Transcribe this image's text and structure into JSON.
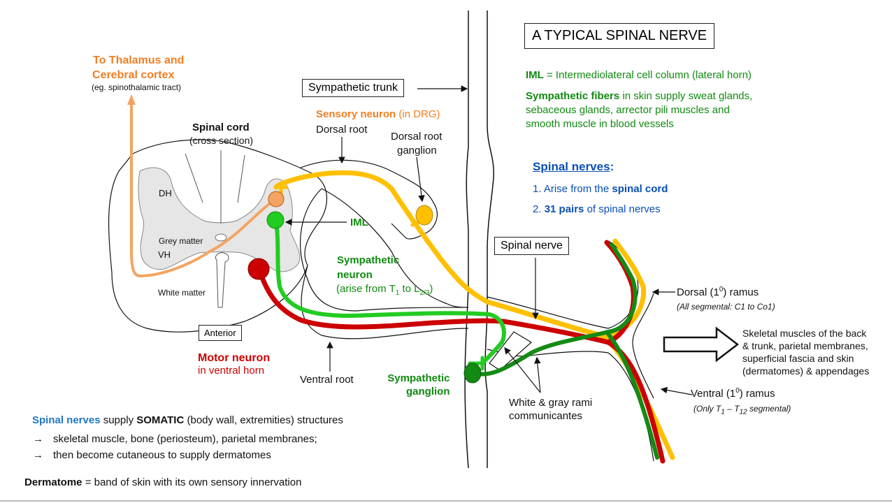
{
  "title": "A TYPICAL SPINAL NERVE",
  "labels": {
    "to_thalamus_1": "To Thalamus and",
    "to_thalamus_2": "Cerebral cortex",
    "to_thalamus_eg": "(eg. spinothalamic tract)",
    "spinal_cord": "Spinal cord",
    "cross_section": "(cross section)",
    "dh": "DH",
    "grey_matter": "Grey matter",
    "vh": "VH",
    "white_matter": "White matter",
    "anterior": "Anterior",
    "motor_neuron": "Motor neuron",
    "in_ventral_horn": "in ventral horn",
    "ventral_root": "Ventral root",
    "sympathetic_trunk": "Sympathetic trunk",
    "sensory_neuron": "Sensory neuron",
    "in_drg": "(in DRG)",
    "dorsal_root": "Dorsal root",
    "drg_1": "Dorsal root",
    "drg_2": "ganglion",
    "iml": "IML",
    "symp_neuron_1": "Sympathetic",
    "symp_neuron_2": "neuron",
    "symp_arise_pre": "(arise from T",
    "symp_arise_sub1": "1",
    "symp_arise_mid": " to L",
    "symp_arise_sub2": "2/3",
    "symp_arise_post": ")",
    "symp_ganglion_1": "Sympathetic",
    "symp_ganglion_2": "ganglion",
    "rami_1": "White & gray rami",
    "rami_2": "communicantes",
    "spinal_nerve": "Spinal nerve",
    "dorsal_ramus_pre": "Dorsal (1",
    "dorsal_ramus_sup": "0",
    "dorsal_ramus_post": ") ramus",
    "dorsal_ramus_note": "(All segmental: C1 to Co1)",
    "ventral_ramus_pre": "Ventral (1",
    "ventral_ramus_sup": "0",
    "ventral_ramus_post": ") ramus",
    "ventral_ramus_note_pre": "(Only T",
    "ventral_ramus_note_sub1": "1",
    "ventral_ramus_note_mid": " – T",
    "ventral_ramus_note_sub2": "12",
    "ventral_ramus_note_post": " segmental)",
    "skeletal_1": "Skeletal muscles of the back",
    "skeletal_2": "& trunk, parietal membranes,",
    "skeletal_3": "superficial fascia and skin",
    "skeletal_4": "(dermatomes) & appendages"
  },
  "info": {
    "iml_key": "IML",
    "iml_def": " = Intermediolateral cell column (lateral  horn)",
    "symp_key": "Sympathetic fibers",
    "symp_def_1": " in skin supply sweat glands,",
    "symp_def_2": "sebaceous glands, arrector pili muscles and",
    "symp_def_3": "smooth muscle in blood vessels",
    "spinal_nerves_heading": "Spinal nerves",
    "colon": ":",
    "item1_pre": "1. Arise from the ",
    "item1_bold": "spinal cord",
    "item2_pre": "2. ",
    "item2_bold": "31 pairs",
    "item2_post": " of spinal nerves"
  },
  "bottom": {
    "line1_key": "Spinal nerves",
    "line1_mid": " supply ",
    "line1_bold": "SOMATIC",
    "line1_post": " (body wall, extremities) structures",
    "arrow": "→",
    "bullet1": "skeletal muscle, bone (periosteum), parietal membranes;",
    "bullet2": "then become cutaneous to supply dermatomes",
    "dermatome_key": "Dermatome",
    "dermatome_def": " = band of skin with its own sensory innervation"
  },
  "colors": {
    "sensory": "#ffc000",
    "sensory_orange": "#f4a460",
    "sympathetic": "#22cc22",
    "sympathetic_post": "#138a13",
    "motor": "#cc0000",
    "grey_matter": "#e6e6e6",
    "blue_text": "#0a4fb5"
  }
}
